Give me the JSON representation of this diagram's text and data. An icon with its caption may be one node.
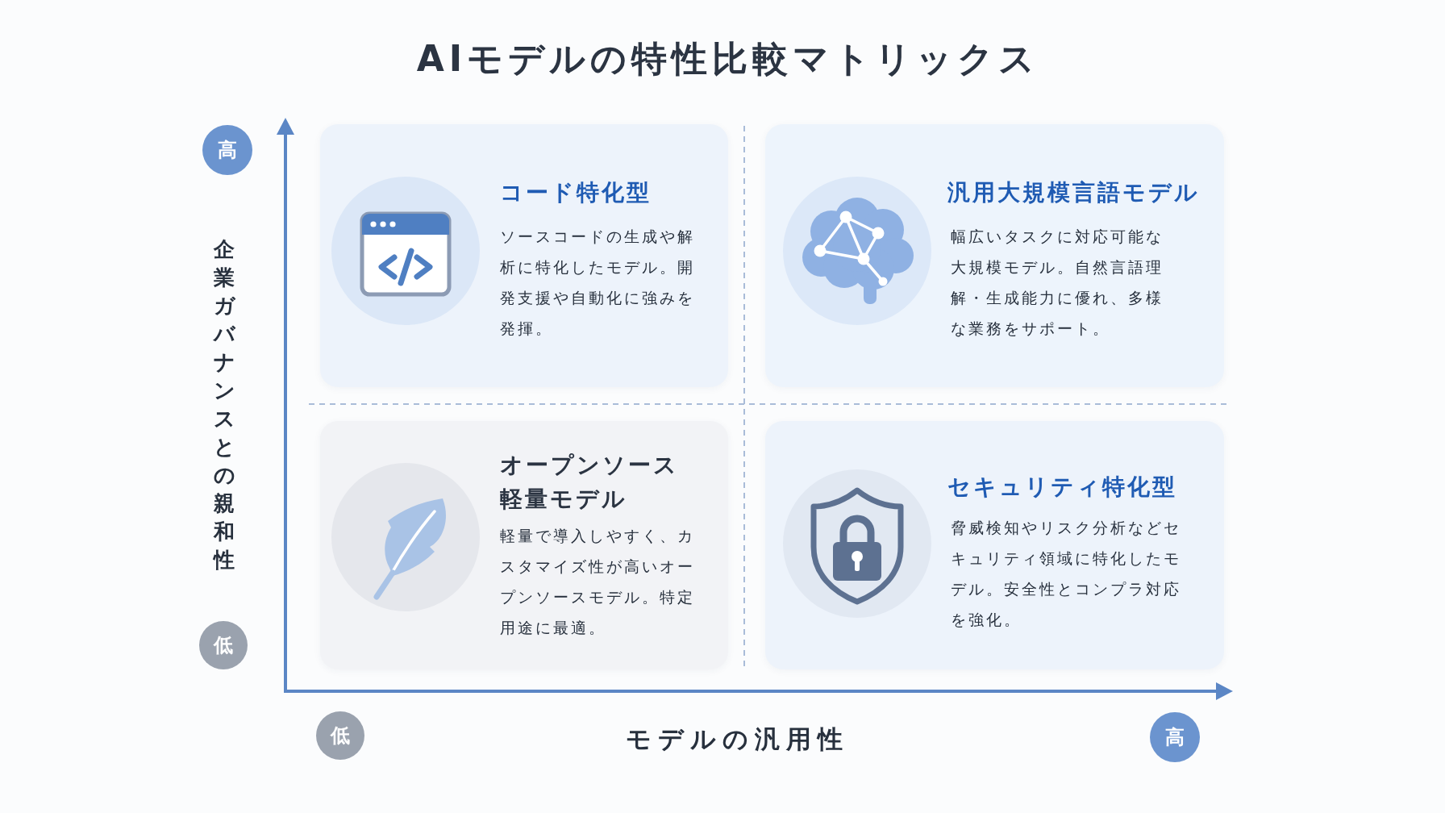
{
  "diagram": {
    "title": "AIモデルの特性比較マトリックス",
    "nodes": [
      {
        "text": [
          "高"
        ]
      },
      {
        "text": [
          "コード特化型",
          "ソースコードの生成や解析に特化したモデル。開発支援や自動化に強みを発揮。"
        ]
      },
      {
        "text": [
          "汎用大規模言語モデル",
          "幅広いタスクに対応可能な大規模モデル。自然言語理解・生成能力に優れ、多様な業務をサポート。"
        ]
      },
      {
        "text": [
          "オープンソース軽量モデル",
          "軽量で導入しやすく、カスタマイズ性が高いオープンソースモデル。特定用途に最適。"
        ]
      },
      {
        "text": [
          "セキュリティ特化型",
          "脅威検知やリスク分析などセキュリティ領域に特化したモデル。安全性とコンプラ対応を強化。"
        ]
      },
      {
        "text": [
          "低"
        ]
      },
      {
        "text": [
          "低"
        ]
      },
      {
        "text": [
          "高"
        ]
      }
    ],
    "labels": [
      "企業ガバナンスとの親和性",
      "モデルの汎用性"
    ]
  }
}
